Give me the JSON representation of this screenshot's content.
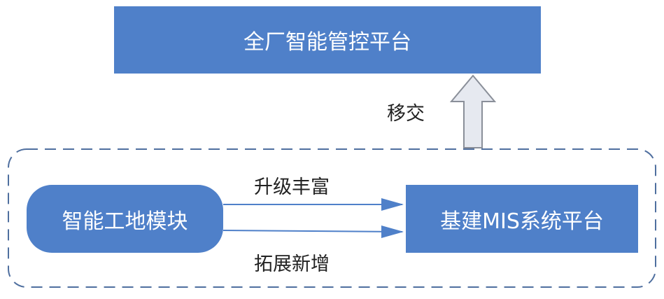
{
  "diagram": {
    "top_box": {
      "label": "全厂智能管控平台"
    },
    "transfer": {
      "label": "移交"
    },
    "module_box": {
      "label": "智能工地模块"
    },
    "mis_box": {
      "label": "基建MIS系统平台"
    },
    "upgrade": {
      "label": "升级丰富"
    },
    "expand": {
      "label": "拓展新增"
    }
  },
  "colors": {
    "box_fill": "#4f80c9",
    "box_text": "#ffffff",
    "arrow": "#4f80c9",
    "up_arrow_fill": "#e6e9f0",
    "up_arrow_stroke": "#8a8f99",
    "dashed_border": "#4f6f9f"
  }
}
